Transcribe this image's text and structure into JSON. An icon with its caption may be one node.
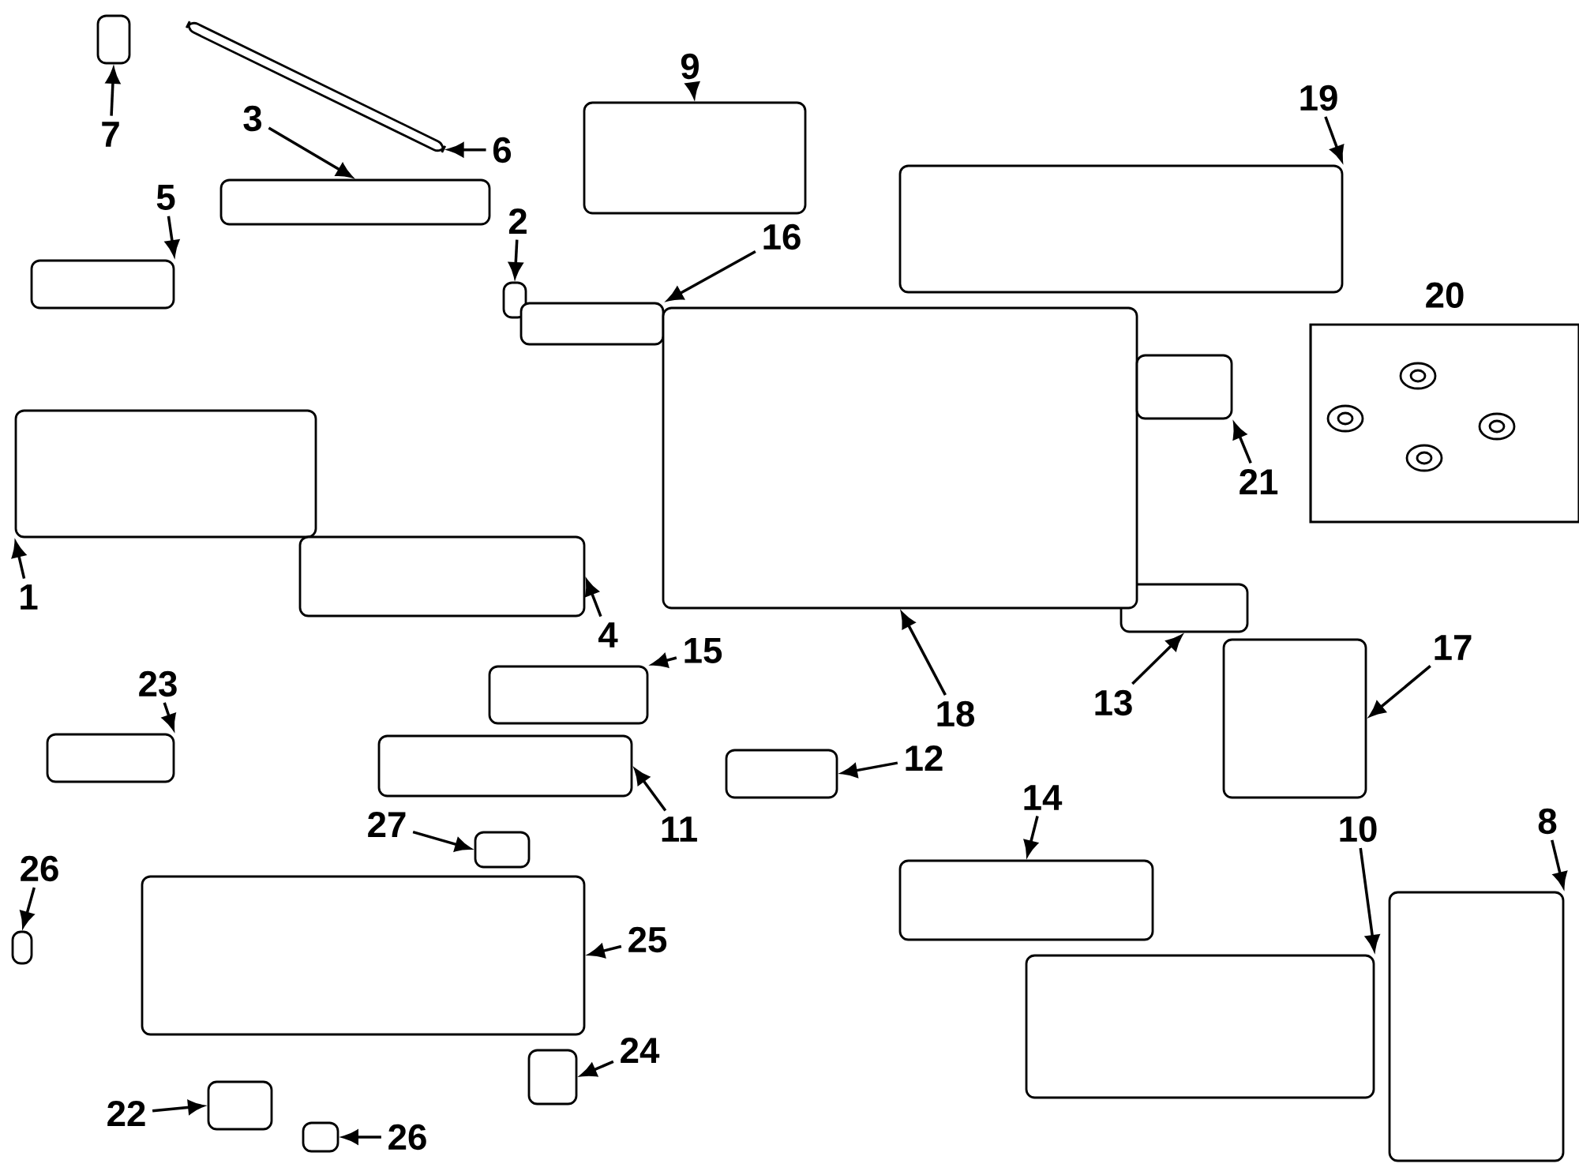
{
  "diagram": {
    "nodes": [
      {
        "text": [
          "1"
        ]
      },
      {
        "text": [],
        "shape": "box"
      },
      {
        "text": [
          "2"
        ]
      },
      {
        "text": [],
        "shape": "box"
      },
      {
        "text": [
          "3"
        ]
      },
      {
        "text": [],
        "shape": "box"
      },
      {
        "text": [
          "4"
        ]
      },
      {
        "text": [],
        "shape": "box"
      },
      {
        "text": [
          "5"
        ]
      },
      {
        "text": [],
        "shape": "box"
      },
      {
        "text": [
          "6"
        ]
      },
      {
        "text": [],
        "shape": "box"
      },
      {
        "text": [
          "7"
        ]
      },
      {
        "text": [],
        "shape": "box"
      },
      {
        "text": [
          "8"
        ]
      },
      {
        "text": [],
        "shape": "box"
      },
      {
        "text": [
          "9"
        ]
      },
      {
        "text": [],
        "shape": "box"
      },
      {
        "text": [
          "10"
        ]
      },
      {
        "text": [],
        "shape": "box"
      },
      {
        "text": [
          "11"
        ]
      },
      {
        "text": [],
        "shape": "box"
      },
      {
        "text": [
          "12"
        ]
      },
      {
        "text": [],
        "shape": "box"
      },
      {
        "text": [
          "13"
        ]
      },
      {
        "text": [],
        "shape": "box"
      },
      {
        "text": [
          "14"
        ]
      },
      {
        "text": [],
        "shape": "box"
      },
      {
        "text": [
          "15"
        ]
      },
      {
        "text": [],
        "shape": "box"
      },
      {
        "text": [
          "16"
        ]
      },
      {
        "text": [],
        "shape": "box"
      },
      {
        "text": [
          "17"
        ]
      },
      {
        "text": [],
        "shape": "box"
      },
      {
        "text": [
          "18"
        ]
      },
      {
        "text": [],
        "shape": "box"
      },
      {
        "text": [
          "19"
        ]
      },
      {
        "text": [],
        "shape": "box"
      },
      {
        "text": [
          "20"
        ]
      },
      {
        "text": [
          "21"
        ]
      },
      {
        "text": [],
        "shape": "box"
      },
      {
        "text": [
          "22"
        ]
      },
      {
        "text": [],
        "shape": "box"
      },
      {
        "text": [
          "23"
        ]
      },
      {
        "text": [],
        "shape": "box"
      },
      {
        "text": [
          "24"
        ]
      },
      {
        "text": [],
        "shape": "box"
      },
      {
        "text": [
          "25"
        ]
      },
      {
        "text": [],
        "shape": "box"
      },
      {
        "text": [
          "26"
        ]
      },
      {
        "text": [],
        "shape": "box"
      },
      {
        "text": [
          "26"
        ]
      },
      {
        "text": [],
        "shape": "box"
      },
      {
        "text": [
          "27"
        ]
      },
      {
        "text": [],
        "shape": "box"
      }
    ],
    "edges": [
      {
        "from": 0,
        "to": 1,
        "arrow": "to"
      },
      {
        "from": 2,
        "to": 3,
        "arrow": "to"
      },
      {
        "from": 4,
        "to": 5,
        "arrow": "to"
      },
      {
        "from": 6,
        "to": 7,
        "arrow": "to"
      },
      {
        "from": 8,
        "to": 9,
        "arrow": "to"
      },
      {
        "from": 10,
        "to": 11,
        "arrow": "to"
      },
      {
        "from": 12,
        "to": 13,
        "arrow": "to"
      },
      {
        "from": 14,
        "to": 15,
        "arrow": "to"
      },
      {
        "from": 16,
        "to": 17,
        "arrow": "to"
      },
      {
        "from": 18,
        "to": 19,
        "arrow": "to"
      },
      {
        "from": 20,
        "to": 21,
        "arrow": "to"
      },
      {
        "from": 22,
        "to": 23,
        "arrow": "to"
      },
      {
        "from": 24,
        "to": 25,
        "arrow": "to"
      },
      {
        "from": 26,
        "to": 27,
        "arrow": "to"
      },
      {
        "from": 28,
        "to": 29,
        "arrow": "to"
      },
      {
        "from": 30,
        "to": 31,
        "arrow": "to"
      },
      {
        "from": 32,
        "to": 33,
        "arrow": "to"
      },
      {
        "from": 34,
        "to": 35,
        "arrow": "to"
      },
      {
        "from": 36,
        "to": 37,
        "arrow": "to"
      },
      {
        "from": 39,
        "to": 40,
        "arrow": "to"
      },
      {
        "from": 41,
        "to": 42,
        "arrow": "to"
      },
      {
        "from": 43,
        "to": 44,
        "arrow": "to"
      },
      {
        "from": 45,
        "to": 46,
        "arrow": "to"
      },
      {
        "from": 47,
        "to": 48,
        "arrow": "to"
      },
      {
        "from": 49,
        "to": 50,
        "arrow": "to"
      },
      {
        "from": 51,
        "to": 52,
        "arrow": "to"
      },
      {
        "from": 53,
        "to": 54,
        "arrow": "to"
      }
    ]
  }
}
